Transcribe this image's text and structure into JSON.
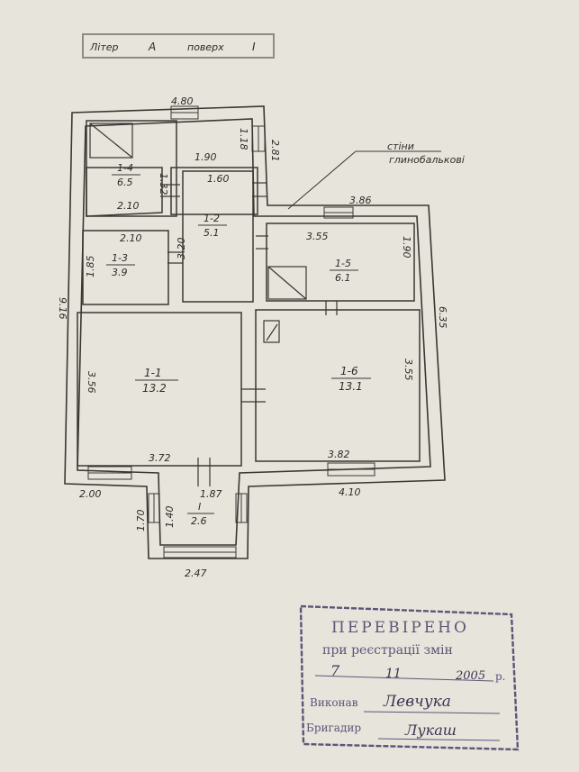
{
  "header": {
    "litera_label": "Літер",
    "litera_value": "А",
    "floor_label": "поверх",
    "floor_value": "І"
  },
  "walls_note": {
    "line1": "стіни",
    "line2": "глинобалькові"
  },
  "outer_dimensions": {
    "top": "4.80",
    "left": "9.16",
    "right": "6.35",
    "bottom_left": "2.00",
    "bottom_right": "4.10",
    "mid_upper": "2.81",
    "mid_right_top": "3.86"
  },
  "rooms": [
    {
      "id": "1-4",
      "area": "6.5",
      "dims": [
        "1.90",
        "1.18",
        "2.10",
        "1.32"
      ]
    },
    {
      "id": "1-2",
      "area": "5.1",
      "dims": [
        "1.60",
        "3.20"
      ]
    },
    {
      "id": "1-3",
      "area": "3.9",
      "dims": [
        "2.10",
        "1.85"
      ]
    },
    {
      "id": "1-5",
      "area": "6.1",
      "dims": [
        "3.55",
        "1.90"
      ]
    },
    {
      "id": "1-1",
      "area": "13.2",
      "dims": [
        "3.56",
        "3.72"
      ]
    },
    {
      "id": "1-6",
      "area": "13.1",
      "dims": [
        "3.55",
        "3.82"
      ]
    },
    {
      "id": "I",
      "area": "2.6",
      "dims": [
        "1.87",
        "1.40",
        "1.70",
        "2.47"
      ]
    }
  ],
  "stamp": {
    "title": "ПЕРЕВІРЕНО",
    "subtitle": "при реєстрації змін",
    "day": "7",
    "month": "11",
    "year": "2005",
    "year_suffix": "р.",
    "executor_label": "Виконав",
    "executor_sign": "Левчука",
    "brigadier_label": "Бригадир",
    "brigadier_sign": "Лукаш"
  },
  "colors": {
    "paper": "#e7e4db",
    "ink": "#2f2b2a",
    "stamp": "#5b5578"
  }
}
